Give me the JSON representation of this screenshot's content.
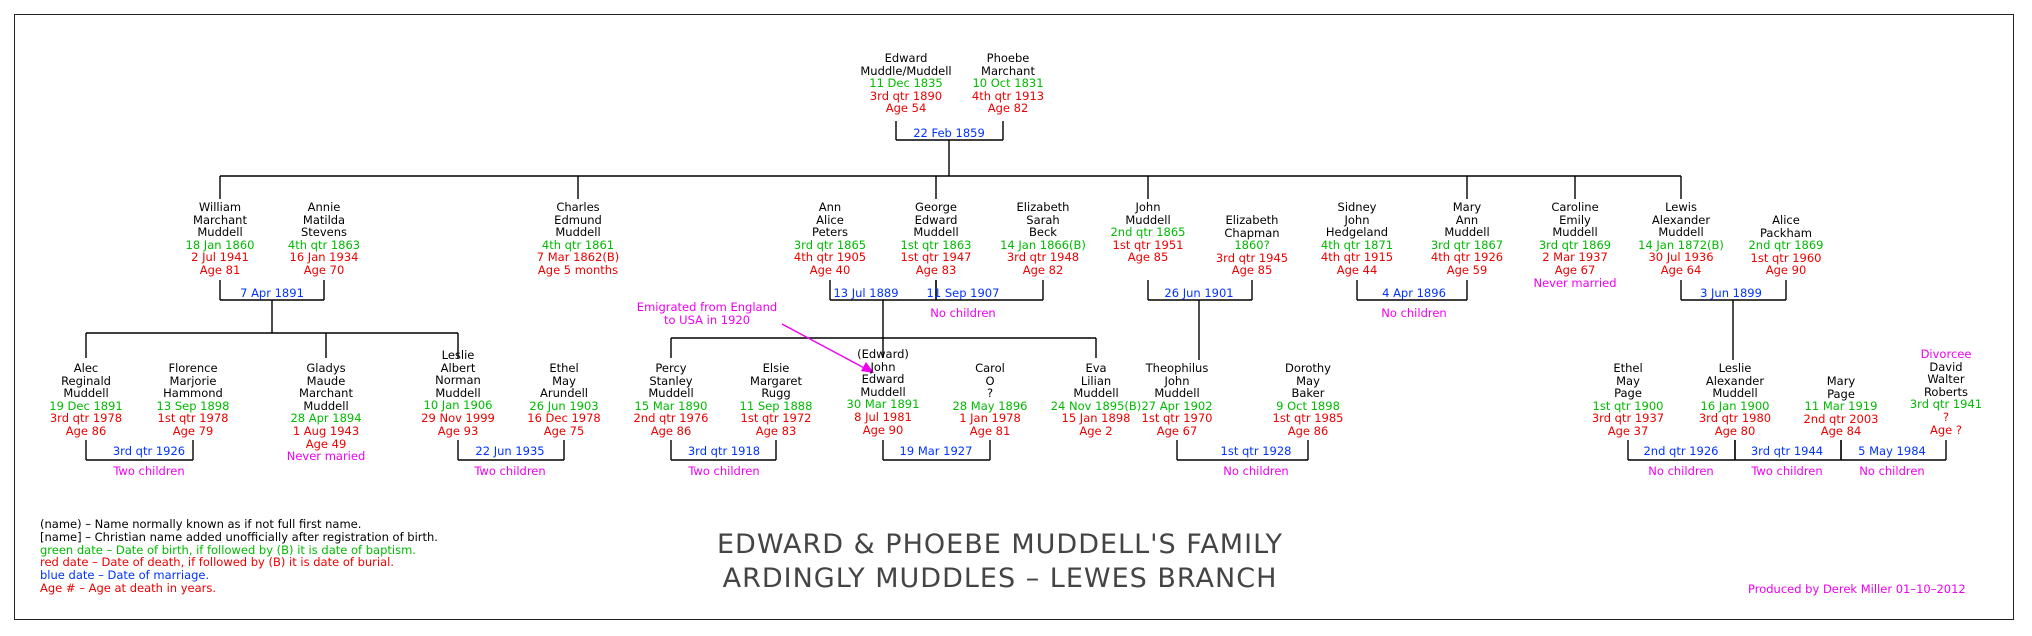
{
  "title": {
    "line1": "EDWARD & PHOEBE MUDDELL'S FAMILY",
    "line2": "ARDINGLY MUDDLES – LEWES BRANCH"
  },
  "credit": "Produced by Derek Miller 01–10–2012",
  "legend": [
    {
      "text": "(name) – Name normally known as if not full first name.",
      "color": "#000000"
    },
    {
      "text": "[name] – Christian name added unofficially after registration of birth.",
      "color": "#000000"
    },
    {
      "text": "green date – Date of birth, if followed by (B) it is date of baptism.",
      "color": "#00bb00"
    },
    {
      "text": "red date – Date of death, if followed by (B) it is date of burial.",
      "color": "#ee0000"
    },
    {
      "text": "blue date – Date of marriage.",
      "color": "#0033ff"
    },
    {
      "text": "Age # – Age at death in years.",
      "color": "#ee0000"
    }
  ],
  "colors": {
    "birth": "#00bb00",
    "death": "#ee0000",
    "marriage": "#0033ff",
    "note": "#ee00ee",
    "line": "#000000"
  },
  "emigration_note": [
    "Emigrated from England",
    "to USA in 1920"
  ],
  "persons": [
    {
      "id": "edward",
      "name": [
        "Edward",
        "Muddle/Muddell"
      ],
      "born": "11 Dec 1835",
      "died": "3rd qtr 1890",
      "age": "Age 54"
    },
    {
      "id": "phoebe",
      "name": [
        "Phoebe",
        "Marchant"
      ],
      "born": "10 Oct 1831",
      "died": "4th qtr 1913",
      "age": "Age 82"
    },
    {
      "id": "william",
      "name": [
        "William",
        "Marchant",
        "Muddell"
      ],
      "born": "18 Jan 1860",
      "died": "2 Jul 1941",
      "age": "Age 81"
    },
    {
      "id": "annie",
      "name": [
        "Annie",
        "Matilda",
        "Stevens"
      ],
      "born": "4th qtr 1863",
      "died": "16 Jan 1934",
      "age": "Age 70"
    },
    {
      "id": "charles",
      "name": [
        "Charles",
        "Edmund",
        "Muddell"
      ],
      "born": "4th qtr 1861",
      "died": "7 Mar 1862(B)",
      "age": "Age 5 months"
    },
    {
      "id": "ann",
      "name": [
        "Ann",
        "Alice",
        "Peters"
      ],
      "born": "3rd qtr 1865",
      "died": "4th qtr 1905",
      "age": "Age 40"
    },
    {
      "id": "george",
      "name": [
        "George",
        "Edward",
        "Muddell"
      ],
      "born": "1st qtr 1863",
      "died": "1st qtr 1947",
      "age": "Age 83"
    },
    {
      "id": "elizabethb",
      "name": [
        "Elizabeth",
        "Sarah",
        "Beck"
      ],
      "born": "14 Jan 1866(B)",
      "died": "3rd qtr 1948",
      "age": "Age 82"
    },
    {
      "id": "john",
      "name": [
        "John",
        "Muddell"
      ],
      "born": "2nd qtr 1865",
      "died": "1st qtr 1951",
      "age": "Age 85"
    },
    {
      "id": "elizabethc",
      "name": [
        "Elizabeth",
        "Chapman"
      ],
      "born": "1860?",
      "died": "3rd qtr 1945",
      "age": "Age 85"
    },
    {
      "id": "sidney",
      "name": [
        "Sidney",
        "John",
        "Hedgeland"
      ],
      "born": "4th qtr 1871",
      "died": "4th qtr 1915",
      "age": "Age 44"
    },
    {
      "id": "mary",
      "name": [
        "Mary",
        "Ann",
        "Muddell"
      ],
      "born": "3rd qtr 1867",
      "died": "4th qtr 1926",
      "age": "Age 59"
    },
    {
      "id": "caroline",
      "name": [
        "Caroline",
        "Emily",
        "Muddell"
      ],
      "born": "3rd qtr 1869",
      "died": "2 Mar 1937",
      "age": "Age 67",
      "note": "Never married"
    },
    {
      "id": "lewis",
      "name": [
        "Lewis",
        "Alexander",
        "Muddell"
      ],
      "born": "14 Jan 1872(B)",
      "died": "30 Jul 1936",
      "age": "Age 64"
    },
    {
      "id": "alice",
      "name": [
        "Alice",
        "Packham"
      ],
      "born": "2nd qtr 1869",
      "died": "1st qtr 1960",
      "age": "Age 90"
    },
    {
      "id": "alec",
      "name": [
        "Alec",
        "Reginald",
        "Muddell"
      ],
      "born": "19 Dec 1891",
      "died": "3rd qtr 1978",
      "age": "Age 86"
    },
    {
      "id": "florence",
      "name": [
        "Florence",
        "Marjorie",
        "Hammond"
      ],
      "born": "13 Sep 1898",
      "died": "1st qtr 1978",
      "age": "Age 79"
    },
    {
      "id": "gladys",
      "name": [
        "Gladys",
        "Maude",
        "Marchant",
        "Muddell"
      ],
      "born": "28 Apr 1894",
      "died": "1 Aug 1943",
      "age": "Age 49",
      "note": "Never maried"
    },
    {
      "id": "leslie1",
      "name": [
        "Leslie",
        "Albert",
        "Norman",
        "Muddell"
      ],
      "born": "10 Jan 1906",
      "died": "29 Nov 1999",
      "age": "Age 93"
    },
    {
      "id": "ethel1",
      "name": [
        "Ethel",
        "May",
        "Arundell"
      ],
      "born": "26 Jun 1903",
      "died": "16 Dec 1978",
      "age": "Age 75"
    },
    {
      "id": "percy",
      "name": [
        "Percy",
        "Stanley",
        "Muddell"
      ],
      "born": "15 Mar 1890",
      "died": "2nd qtr 1976",
      "age": "Age 86"
    },
    {
      "id": "elsie",
      "name": [
        "Elsie",
        "Margaret",
        "Rugg"
      ],
      "born": "11 Sep 1888",
      "died": "1st qtr 1972",
      "age": "Age 83"
    },
    {
      "id": "johne",
      "name": [
        "(Edward)",
        "John",
        "Edward",
        "Muddell"
      ],
      "born": "30 Mar 1891",
      "died": "8 Jul 1981",
      "age": "Age 90"
    },
    {
      "id": "carol",
      "name": [
        "Carol",
        "O",
        "?"
      ],
      "born": "28 May 1896",
      "died": "1 Jan 1978",
      "age": "Age 81"
    },
    {
      "id": "eva",
      "name": [
        "Eva",
        "Lilian",
        "Muddell"
      ],
      "born": "24 Nov 1895(B)",
      "died": "15 Jan 1898",
      "age": "Age 2"
    },
    {
      "id": "theophilus",
      "name": [
        "Theophilus",
        "John",
        "Muddell"
      ],
      "born": "27 Apr 1902",
      "died": "1st qtr 1970",
      "age": "Age 67"
    },
    {
      "id": "dorothy",
      "name": [
        "Dorothy",
        "May",
        "Baker"
      ],
      "born": "9 Oct 1898",
      "died": "1st qtr 1985",
      "age": "Age 86"
    },
    {
      "id": "ethel2",
      "name": [
        "Ethel",
        "May",
        "Page"
      ],
      "born": "1st qtr 1900",
      "died": "3rd qtr 1937",
      "age": "Age 37"
    },
    {
      "id": "leslie2",
      "name": [
        "Leslie",
        "Alexander",
        "Muddell"
      ],
      "born": "16 Jan 1900",
      "died": "3rd qtr 1980",
      "age": "Age 80"
    },
    {
      "id": "marypage",
      "name": [
        "Mary",
        "Page"
      ],
      "born": "11 Mar 1919",
      "died": "2nd qtr 2003",
      "age": "Age 84"
    },
    {
      "id": "david",
      "note_top": "Divorcee",
      "name": [
        "David",
        "Walter",
        "Roberts"
      ],
      "born": "3rd qtr 1941",
      "died": "?",
      "age": "Age ?"
    }
  ],
  "marriages": [
    {
      "id": "m_edward",
      "date": "22 Feb 1859"
    },
    {
      "id": "m_william",
      "date": "7 Apr 1891"
    },
    {
      "id": "m_george_ann",
      "date": "13 Jul 1889"
    },
    {
      "id": "m_george_eliz",
      "date": "11 Sep 1907",
      "note": "No children"
    },
    {
      "id": "m_john",
      "date": "26 Jun 1901"
    },
    {
      "id": "m_mary",
      "date": "4 Apr 1896",
      "note": "No children"
    },
    {
      "id": "m_lewis",
      "date": "3 Jun 1899"
    },
    {
      "id": "m_alec",
      "date": "3rd qtr 1926",
      "note": "Two children"
    },
    {
      "id": "m_leslie1",
      "date": "22 Jun 1935",
      "note": "Two children"
    },
    {
      "id": "m_percy",
      "date": "3rd qtr 1918",
      "note": "Two children"
    },
    {
      "id": "m_johne",
      "date": "19 Mar 1927"
    },
    {
      "id": "m_theo",
      "date": "1st qtr 1928",
      "note": "No children"
    },
    {
      "id": "m_leslie2a",
      "date": "2nd qtr 1926",
      "note": "No children"
    },
    {
      "id": "m_leslie2b",
      "date": "3rd qtr 1944",
      "note": "Two children"
    },
    {
      "id": "m_mary_david",
      "date": "5 May 1984",
      "note": "No children"
    }
  ]
}
